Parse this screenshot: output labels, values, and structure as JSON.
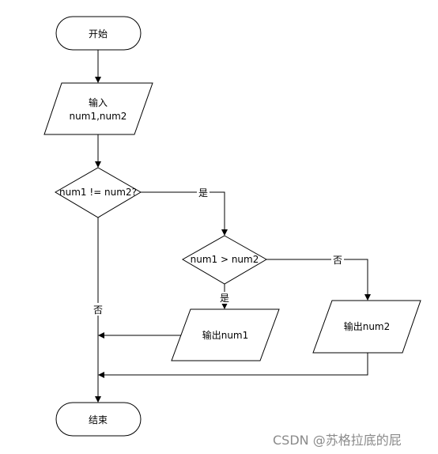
{
  "nodes": {
    "start": "开始",
    "input_line1": "输入",
    "input_line2": "num1,num2",
    "decision_not_equal": "num1 != num2?",
    "decision_greater": "num1 > num2",
    "output_num1": "输出num1",
    "output_num2": "输出num2",
    "end": "结束"
  },
  "edges": {
    "not_equal_yes": "是",
    "not_equal_no": "否",
    "greater_yes": "是",
    "greater_no": "否"
  },
  "watermark": "CSDN @苏格拉底的屁"
}
